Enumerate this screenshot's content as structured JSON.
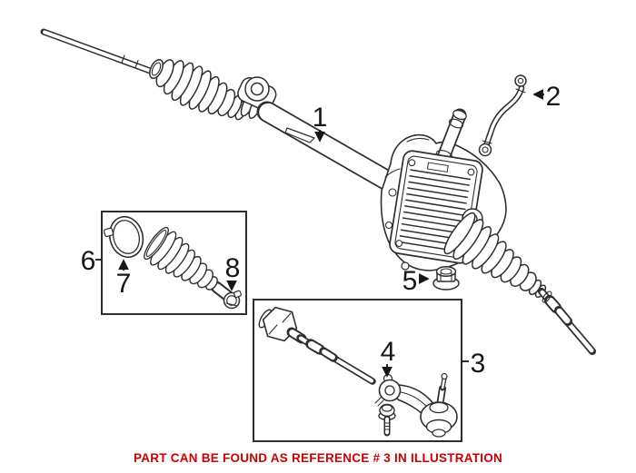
{
  "figure": {
    "kind": "parts-illustration",
    "labels": {
      "ref1": "1",
      "ref2": "2",
      "ref3": "3",
      "ref4": "4",
      "ref5": "5",
      "ref6": "6",
      "ref7": "7",
      "ref8": "8"
    }
  },
  "caption": {
    "text": "PART CAN BE FOUND AS REFERENCE # 3 IN ILLUSTRATION"
  },
  "colors": {
    "line": "#2e2e2e",
    "background": "#ffffff",
    "caption_red": "#cc0000",
    "label_text": "#161616"
  }
}
